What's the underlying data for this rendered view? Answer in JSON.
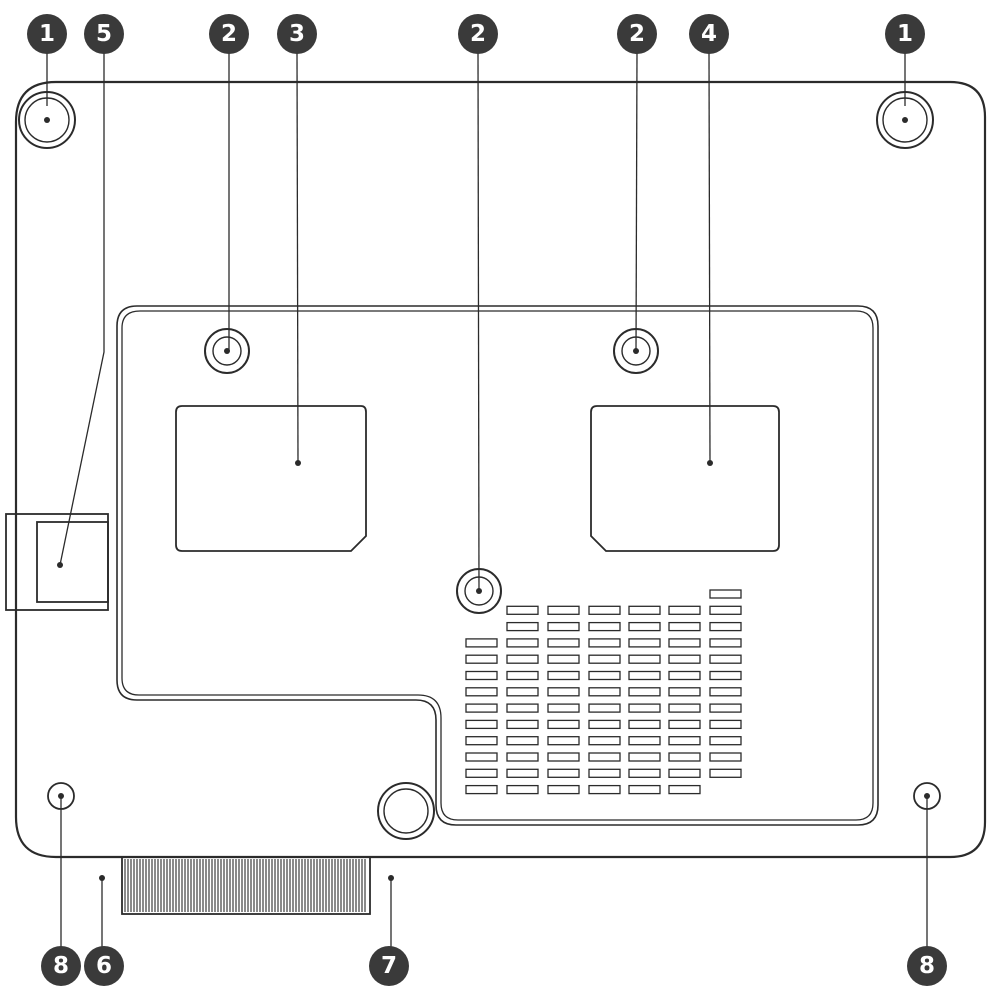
{
  "diagram": {
    "colors": {
      "outline": "#2b2b2b",
      "callout_fill": "#3a3a3a",
      "callout_text": "#ffffff",
      "background": "#ffffff"
    },
    "callouts": [
      {
        "id": "c1a",
        "number": "1"
      },
      {
        "id": "c5",
        "number": "5"
      },
      {
        "id": "c2a",
        "number": "2"
      },
      {
        "id": "c3",
        "number": "3"
      },
      {
        "id": "c2b",
        "number": "2"
      },
      {
        "id": "c2c",
        "number": "2"
      },
      {
        "id": "c4",
        "number": "4"
      },
      {
        "id": "c1b",
        "number": "1"
      },
      {
        "id": "c8a",
        "number": "8"
      },
      {
        "id": "c6",
        "number": "6"
      },
      {
        "id": "c7",
        "number": "7"
      },
      {
        "id": "c8b",
        "number": "8"
      }
    ]
  }
}
